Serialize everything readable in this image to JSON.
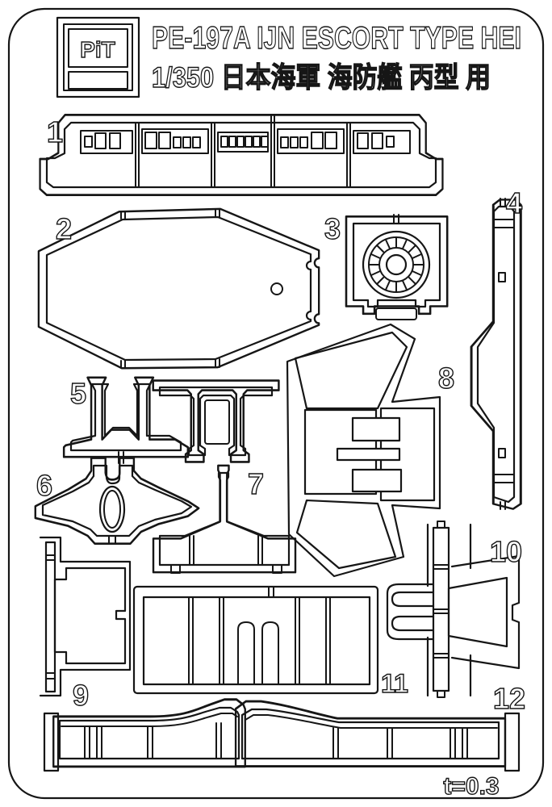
{
  "header": {
    "logo_text": "PiT",
    "title_line1": "PE-197A IJN ESCORT TYPE HEI",
    "title_line2": "1/350 日本海軍 海防艦 丙型 用"
  },
  "labels": {
    "parts": [
      "1",
      "2",
      "3",
      "4",
      "5",
      "6",
      "7",
      "8",
      "9",
      "10",
      "11",
      "12"
    ],
    "thickness_note": "t=0.3"
  },
  "colors": {
    "line": "#161616",
    "background": "#ffffff"
  }
}
